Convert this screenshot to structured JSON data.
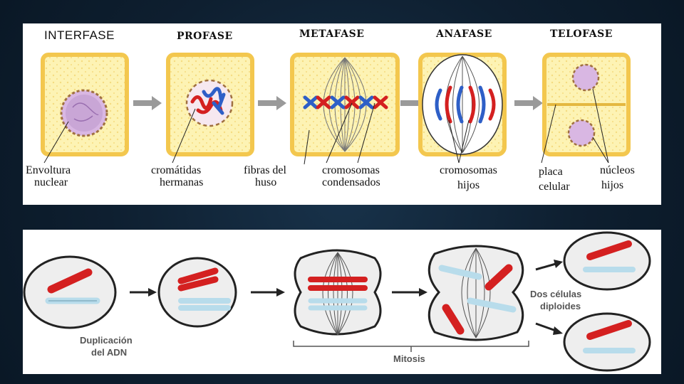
{
  "top_diagram": {
    "stages": [
      "INTERFASE",
      "PROFASE",
      "METAFASE",
      "ANAFASE",
      "TELOFASE"
    ],
    "callouts": {
      "envoltura_line1": "Envoltura",
      "envoltura_line2": "nuclear",
      "cromatidas_line1": "cromátidas",
      "cromatidas_line2": "hermanas",
      "fibras_line1": "fibras del",
      "fibras_line2": "huso",
      "condensados_line1": "cromosomas",
      "condensados_line2": "condensados",
      "hijos_line1": "cromosomas",
      "hijos_line2": "hijos",
      "placa_line1": "placa",
      "placa_line2": "celular",
      "nucleos_line1": "núcleos",
      "nucleos_line2": "hijos"
    }
  },
  "bottom_diagram": {
    "duplicacion_line1": "Duplicación",
    "duplicacion_line2": "del ADN",
    "mitosis": "Mitosis",
    "diploides_line1": "Dos células",
    "diploides_line2": "diploides"
  },
  "colors": {
    "cell_wall": "#f3c74e",
    "cytoplasm": "#fdf3b4",
    "nucleus": "#c9a6d6",
    "chromosome_red": "#d42020",
    "chromosome_blue": "#2e5fc7",
    "chromosome_lightblue": "#b8dceb",
    "arrow_gray": "#9a9a9a"
  }
}
